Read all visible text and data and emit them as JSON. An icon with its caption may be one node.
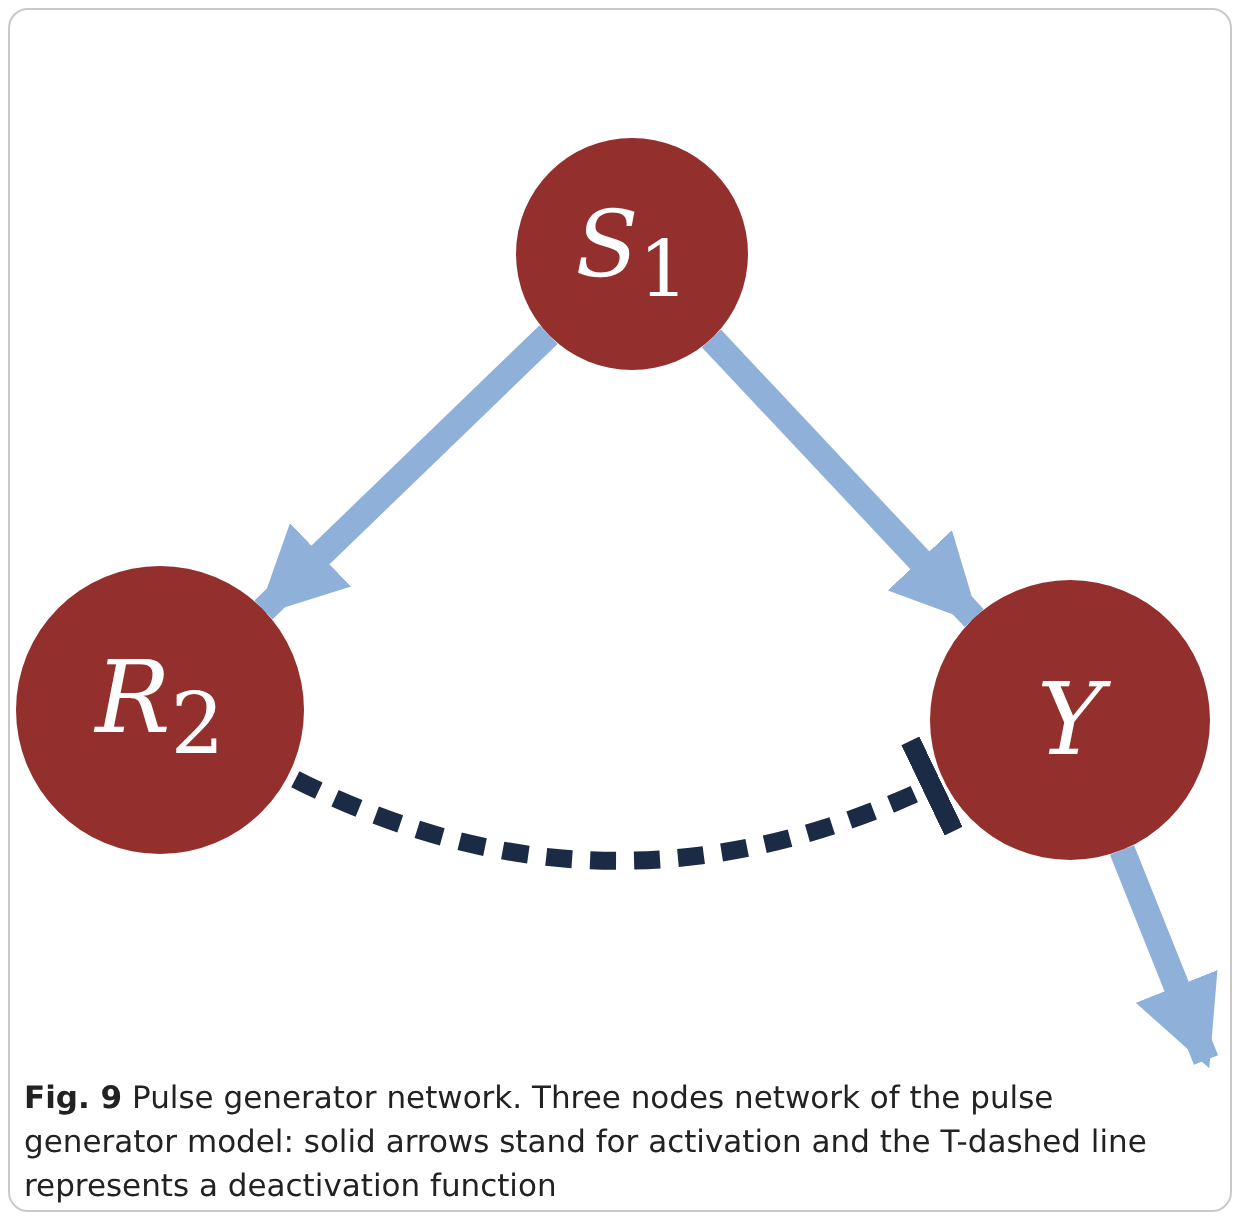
{
  "diagram": {
    "caption": "**Fig. 9** Pulse generator network. Three nodes network of the pulse generator model: solid arrows stand for activation and the T-dashed line represents a deactivation function",
    "nodes": [
      {
        "text": [
          "*S*$_{1}$"
        ]
      },
      {
        "text": [
          "*R*$_{2}$"
        ]
      },
      {
        "text": [
          "*Y*"
        ]
      }
    ],
    "edges": [
      {
        "from": 0,
        "to": 1,
        "arrow": "to"
      },
      {
        "from": 0,
        "to": 2,
        "arrow": "to"
      },
      {
        "from": 1,
        "to": 2,
        "arrow": "other",
        "style": "dashed",
        "color": "#1c2b45"
      },
      {
        "from": 2,
        "to": null,
        "arrow": "to"
      }
    ]
  }
}
